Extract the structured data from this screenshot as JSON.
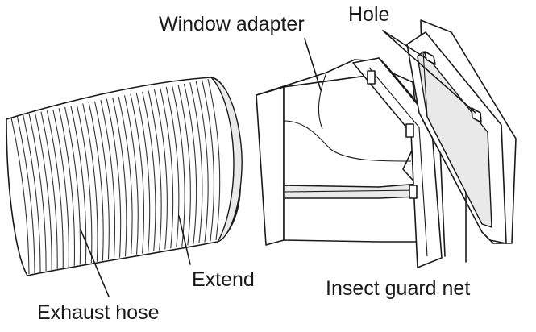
{
  "labels": {
    "window_adapter": "Window adapter",
    "hole": "Hole",
    "extend": "Extend",
    "exhaust_hose": "Exhaust hose",
    "insect_guard_net": "Insect guard net"
  },
  "colors": {
    "line": "#1a1a1a",
    "shade": "#e9e9e9",
    "background": "#ffffff"
  }
}
